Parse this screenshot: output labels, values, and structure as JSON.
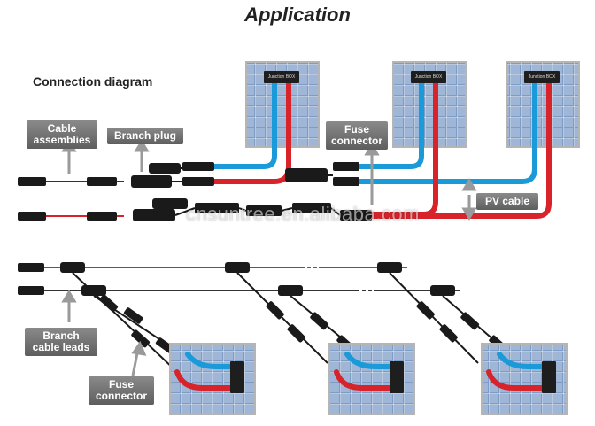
{
  "title": "Application",
  "subtitle": "Connection diagram",
  "labels": {
    "cable_assemblies": "Cable\nassemblies",
    "branch_plug": "Branch plug",
    "fuse_connector_top": "Fuse\nconnector",
    "pv_cable": "PV cable",
    "branch_cable_leads": "Branch\ncable leads",
    "fuse_connector_bottom": "Fuse\nconnector"
  },
  "junction_box_label": "Junction BOX",
  "watermark": "cnsuntree.en.alibaba.com",
  "colors": {
    "positive_wire": "#d8232a",
    "negative_wire": "#1a9ad8",
    "panel_cell": "#8fa8c8",
    "panel_frame": "#c0c0c0",
    "connector": "#1a1a1a",
    "tag_bg": "#6e6e6e"
  }
}
